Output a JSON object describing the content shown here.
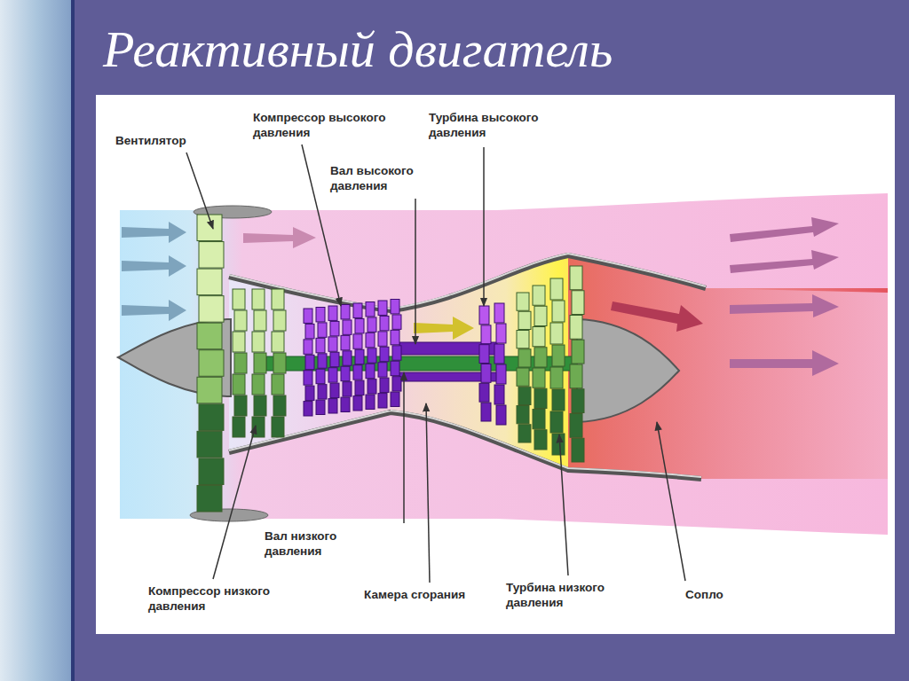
{
  "diagram": {
    "title": "Реактивный двигатель",
    "labels": [
      "Вентилятор",
      "Компрессор высокого давления",
      "Вал высокого давления",
      "Турбина высокого давления",
      "Вал низкого давления",
      "Компрессор низкого давления",
      "Камера сгорания",
      "Турбина низкого давления",
      "Сопло"
    ]
  }
}
